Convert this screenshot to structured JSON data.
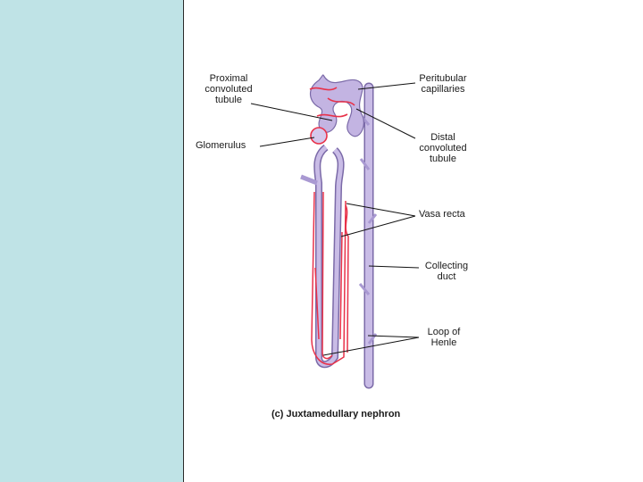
{
  "labels": {
    "proximal": "Proximal\nconvoluted\ntubule",
    "glomerulus": "Glomerulus",
    "peritubular": "Peritubular\ncapillaries",
    "distal": "Distal\nconvoluted\ntubule",
    "vasa_recta": "Vasa recta",
    "collecting": "Collecting\nduct",
    "loop": "Loop of\nHenle"
  },
  "caption": "(c) Juxtamedullary nephron",
  "colors": {
    "panel": "#bfe3e6",
    "tubule": "#b7a6d9",
    "tubule_outline": "#7b6aa8",
    "capillary": "#e8324a"
  }
}
